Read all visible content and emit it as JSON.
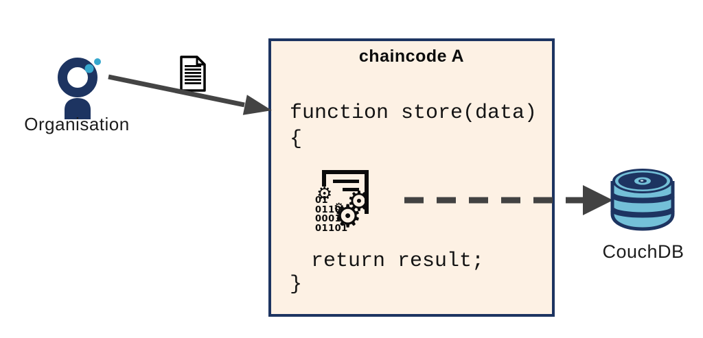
{
  "organisation": {
    "label": "Organisation"
  },
  "transaction": {
    "icon": "document-icon"
  },
  "chaincode": {
    "title": "chaincode A",
    "code": {
      "line1": "function store(data)",
      "line2": "{",
      "line3": "return result;",
      "line4": "}"
    },
    "process_icon": {
      "name": "data-processing-icon",
      "gear_glyph": "⚙",
      "binary_lines": [
        "01",
        "0110",
        "0001",
        "01101"
      ]
    }
  },
  "couchdb": {
    "label": "CouchDB"
  },
  "colors": {
    "navy": "#1d3461",
    "teal": "#36a7cd",
    "light_blue": "#74c0d8",
    "pale_blue": "#cfeaf2",
    "arrow_gray": "#444444",
    "box_fill": "#fdf1e4",
    "text": "#111111"
  }
}
